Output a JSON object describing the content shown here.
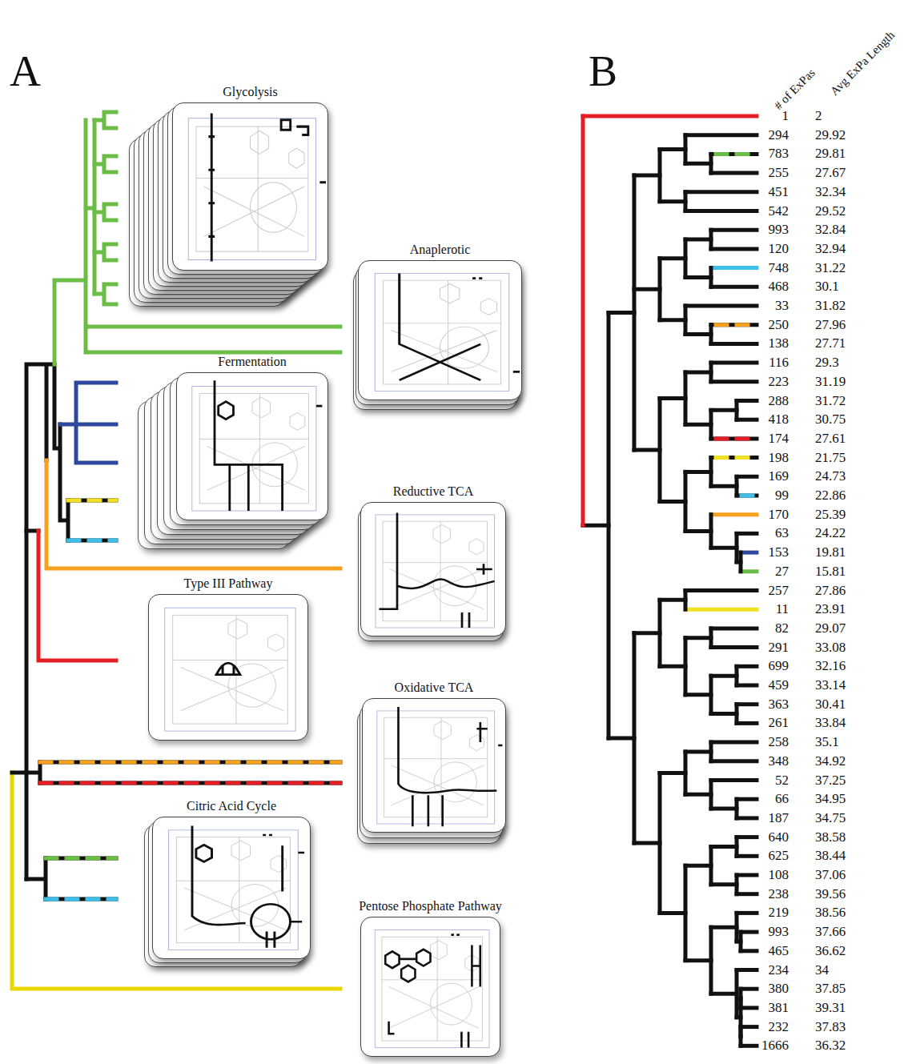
{
  "diagram": {
    "nodes": [
      {
        "text": [
          "Glycolysis"
        ]
      },
      {
        "text": [
          "Anaplerotic"
        ]
      },
      {
        "text": [
          "Fermentation"
        ]
      },
      {
        "text": [
          "Reductive TCA"
        ]
      },
      {
        "text": [
          "Type III Pathway"
        ]
      },
      {
        "text": [
          "Oxidative TCA"
        ]
      },
      {
        "text": [
          "Citric Acid Cycle"
        ]
      },
      {
        "text": [
          "Pentose Phosphate Pathway"
        ]
      }
    ],
    "labels": [
      "A",
      "B",
      "# of ExPas",
      "Avg ExPa Length",
      "1",
      "2",
      "294",
      "29.92",
      "783",
      "29.81",
      "255",
      "27.67",
      "451",
      "32.34",
      "542",
      "29.52",
      "993",
      "32.84",
      "120",
      "32.94",
      "748",
      "31.22",
      "468",
      "30.1",
      "33",
      "31.82",
      "250",
      "27.96",
      "138",
      "27.71",
      "116",
      "29.3",
      "223",
      "31.19",
      "288",
      "31.72",
      "418",
      "30.75",
      "174",
      "27.61",
      "198",
      "21.75",
      "169",
      "24.73",
      "99",
      "22.86",
      "170",
      "25.39",
      "63",
      "24.22",
      "153",
      "19.81",
      "27",
      "15.81",
      "257",
      "27.86",
      "11",
      "23.91",
      "82",
      "29.07",
      "291",
      "33.08",
      "699",
      "32.16",
      "459",
      "33.14",
      "363",
      "30.41",
      "261",
      "33.84",
      "258",
      "35.1",
      "348",
      "34.92",
      "52",
      "37.25",
      "66",
      "34.95",
      "187",
      "34.75",
      "640",
      "38.58",
      "625",
      "38.44",
      "108",
      "37.06",
      "238",
      "39.56",
      "219",
      "38.56",
      "993",
      "37.66",
      "465",
      "36.62",
      "234",
      "34",
      "380",
      "37.85",
      "381",
      "39.31",
      "232",
      "37.83",
      "1666",
      "36.32"
    ]
  }
}
